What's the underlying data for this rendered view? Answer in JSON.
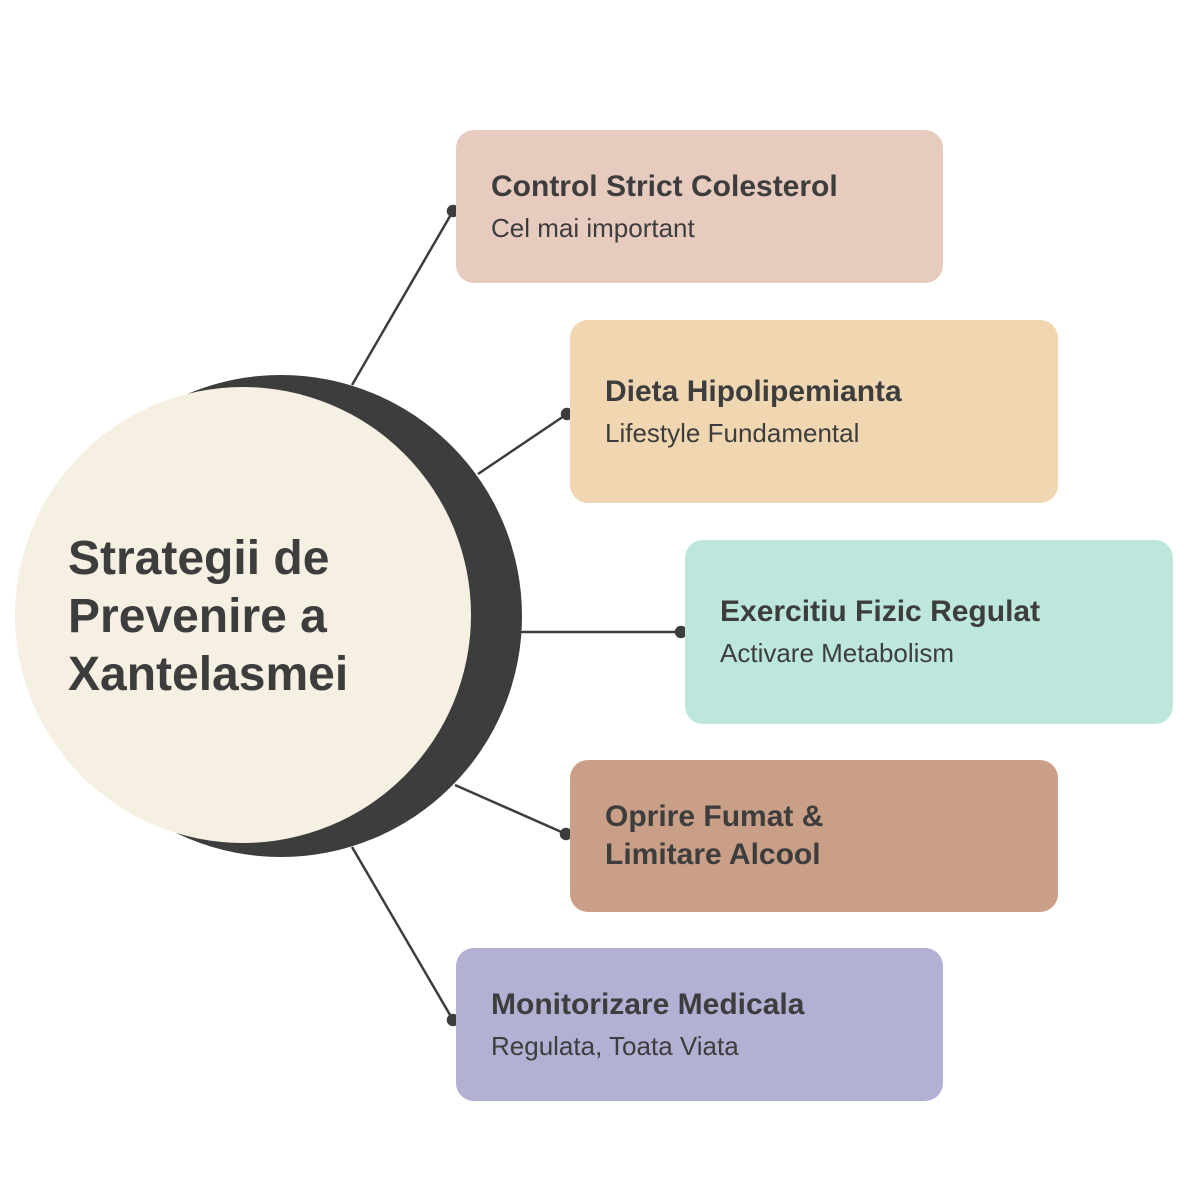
{
  "center": {
    "title": "Strategii de Prevenire a Xantelasmei"
  },
  "items": [
    {
      "title": "Control Strict Colesterol",
      "subtitle": "Cel mai important",
      "color": "#e7cbbf"
    },
    {
      "title": "Dieta Hipolipemianta",
      "subtitle": "Lifestyle Fundamental",
      "color": "#f0d7b2"
    },
    {
      "title": "Exercitiu Fizic Regulat",
      "subtitle": "Activare Metabolism",
      "color": "#bde6dc"
    },
    {
      "title": "Oprire Fumat & Limitare Alcool",
      "subtitle": "",
      "color": "#c9a087"
    },
    {
      "title": "Monitorizare Medicala",
      "subtitle": "Regulata, Toata Viata",
      "color": "#b2b0d3"
    }
  ]
}
